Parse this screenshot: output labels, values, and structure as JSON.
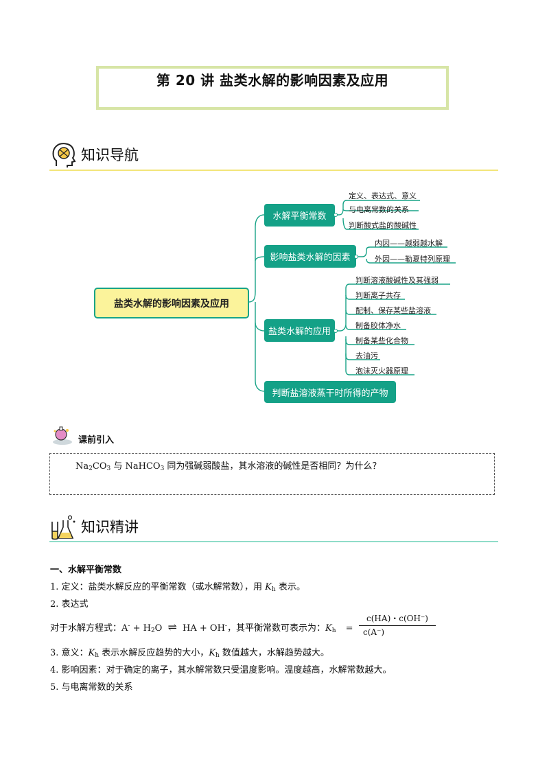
{
  "title": "第 20 讲    盐类水解的影响因素及应用",
  "nav_section": {
    "label": "知识导航"
  },
  "mindmap": {
    "root": "盐类水解的影响因素及应用",
    "branches": [
      {
        "label": "水解平衡常数",
        "leaves": [
          "定义、表达式、意义",
          "与电离常数的关系",
          "判断酸式盐的酸碱性"
        ]
      },
      {
        "label": "影响盐类水解的因素",
        "leaves": [
          "内因——越弱越水解",
          "外因——勒夏特列原理"
        ]
      },
      {
        "label": "盐类水解的应用",
        "leaves": [
          "判断溶液酸碱性及其强弱",
          "判断离子共存",
          "配制、保存某些盐溶液",
          "制备胶体净水",
          "制备某些化合物",
          "去油污",
          "泡沫灭火器原理"
        ]
      },
      {
        "label": "判断盐溶液蒸干时所得的产物",
        "leaves": []
      }
    ]
  },
  "intro": {
    "label": "课前引入",
    "q": {
      "p1": "Na",
      "s1": "2",
      "p2": "CO",
      "s2": "3",
      "p3": " 与 NaHCO",
      "s3": "3",
      "p4": " 同为强碱弱酸盐，其水溶液的碱性是否相同？为什么？"
    }
  },
  "lecture_section": {
    "label": "知识精讲"
  },
  "content": {
    "heading": "一、水解平衡常数",
    "l1": {
      "a": "1. 定义：盐类水解反应的平衡常数（或水解常数），用 ",
      "k": "K",
      "h": "h",
      "b": " 表示。"
    },
    "l2": "2. 表达式",
    "l3": {
      "a": "对于水解方程式：A",
      "m": "-",
      "b": " + H",
      "two": "2",
      "c": "O",
      "arrow": "⇌",
      "d": " HA + OH",
      "m2": "-",
      "e": "，其平衡常数可表示为：",
      "k": "K",
      "h": "h",
      "eq": "="
    },
    "frac": {
      "num": "c(HA)・c(OH⁻)",
      "den": "c(A⁻)"
    },
    "l4": {
      "a": "3. 意义：",
      "k": "K",
      "h": "h",
      "b": " 表示水解反应趋势的大小，",
      "k2": "K",
      "h2": "h",
      "c": " 数值越大，水解趋势越大。"
    },
    "l5": "4. 影响因素：对于确定的离子，其水解常数只受温度影响。温度越高，水解常数越大。",
    "l6": "5. 与电离常数的关系"
  },
  "colors": {
    "node": "#14a187",
    "root_fill": "#fbf39b",
    "title_border": "#d7e5a6",
    "nav_line": "#f3e57a",
    "lecture_line": "#8fdcc9"
  }
}
